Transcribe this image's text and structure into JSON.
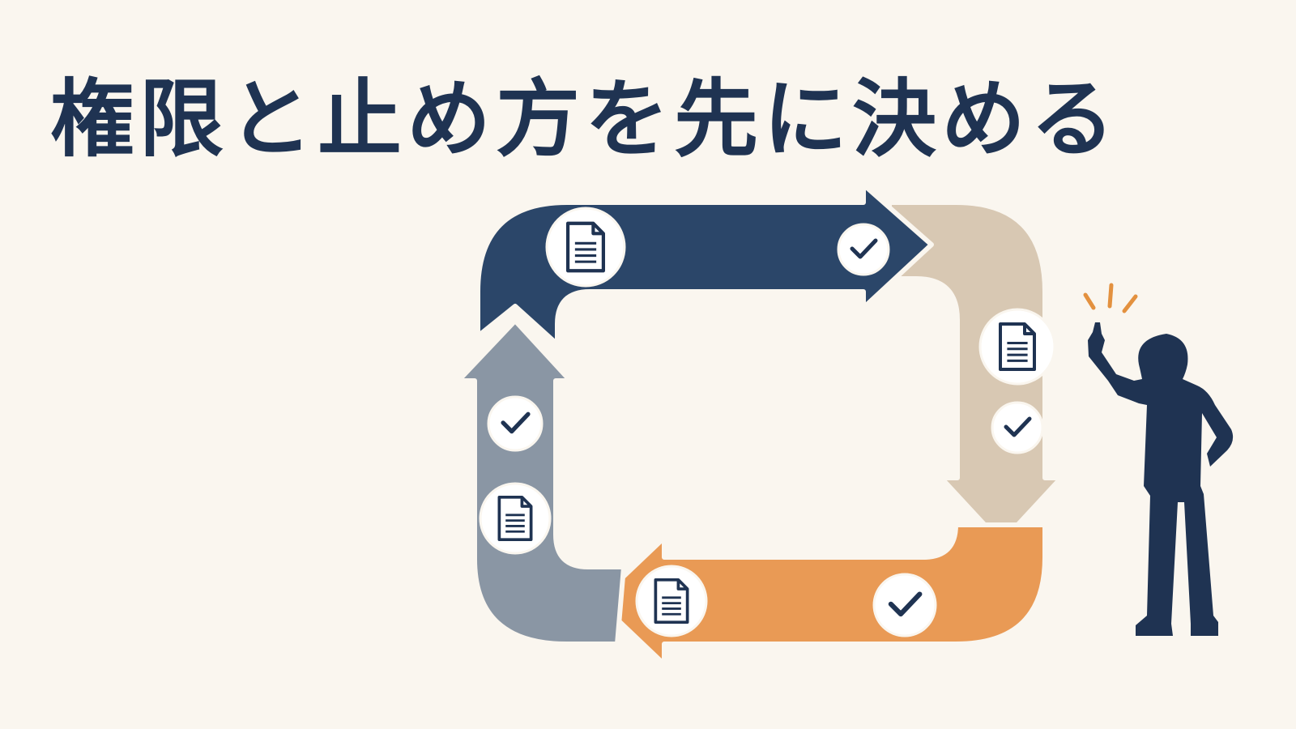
{
  "title": "権限と止め方を先に決める",
  "colors": {
    "background": "#faf6ef",
    "navy": "#2b4669",
    "beige": "#d8c8b3",
    "orange": "#e99a55",
    "slate": "#8a96a4",
    "person": "#1f3352",
    "accent": "#e3913f",
    "icon": "#1f3352"
  },
  "cycle": [
    {
      "arrow": "top-arrow",
      "direction": "right",
      "color": "navy",
      "icons": [
        "document-icon",
        "check-icon"
      ]
    },
    {
      "arrow": "right-arrow",
      "direction": "down",
      "color": "beige",
      "icons": [
        "document-icon",
        "check-icon"
      ]
    },
    {
      "arrow": "bottom-arrow",
      "direction": "left",
      "color": "orange",
      "icons": [
        "document-icon",
        "check-icon"
      ]
    },
    {
      "arrow": "left-arrow",
      "direction": "up",
      "color": "slate",
      "icons": [
        "check-icon",
        "document-icon"
      ]
    }
  ],
  "figure": {
    "icon": "thumbs-up-person",
    "accent_icon": "emphasis-lines-icon"
  }
}
